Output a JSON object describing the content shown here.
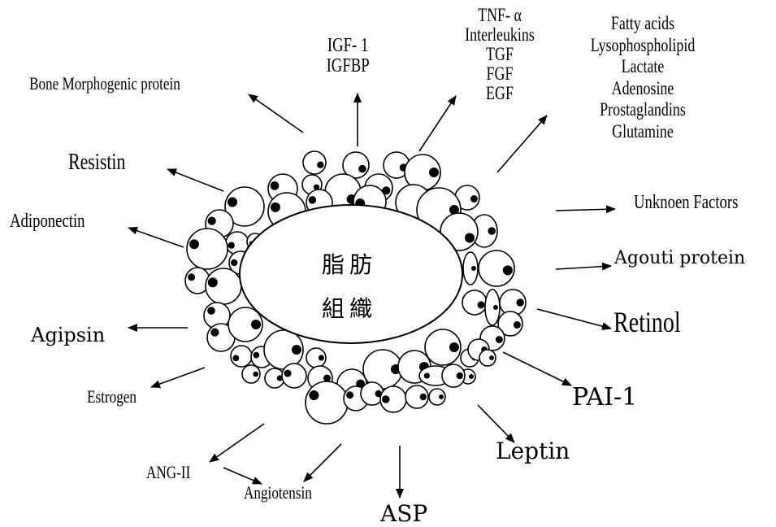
{
  "center": {
    "line1": "脂肪",
    "line2": "組織"
  },
  "labels": {
    "bmp": "Bone Morphogenic protein",
    "resistin": "Resistin",
    "adiponectin": "Adiponectin",
    "agipsin": "Agipsin",
    "estrogen": "Estrogen",
    "ang2": "ANG-II",
    "angiotensin": "Angiotensin",
    "asp": "ASP",
    "leptin": "Leptin",
    "pai1": "PAI-1",
    "retinol": "Retinol",
    "agouti": "Agouti protein",
    "unknown": "Unknoen Factors"
  },
  "igf_group": [
    "IGF- 1",
    "IGFBP"
  ],
  "cytokine_group": [
    "TNF- α",
    "Interleukins",
    "TGF",
    "FGF",
    "EGF"
  ],
  "metabolite_group": [
    "Fatty acids",
    "Lysophospholipid",
    "Lactate",
    "Adenosine",
    "Prostaglandins",
    "Glutamine"
  ]
}
